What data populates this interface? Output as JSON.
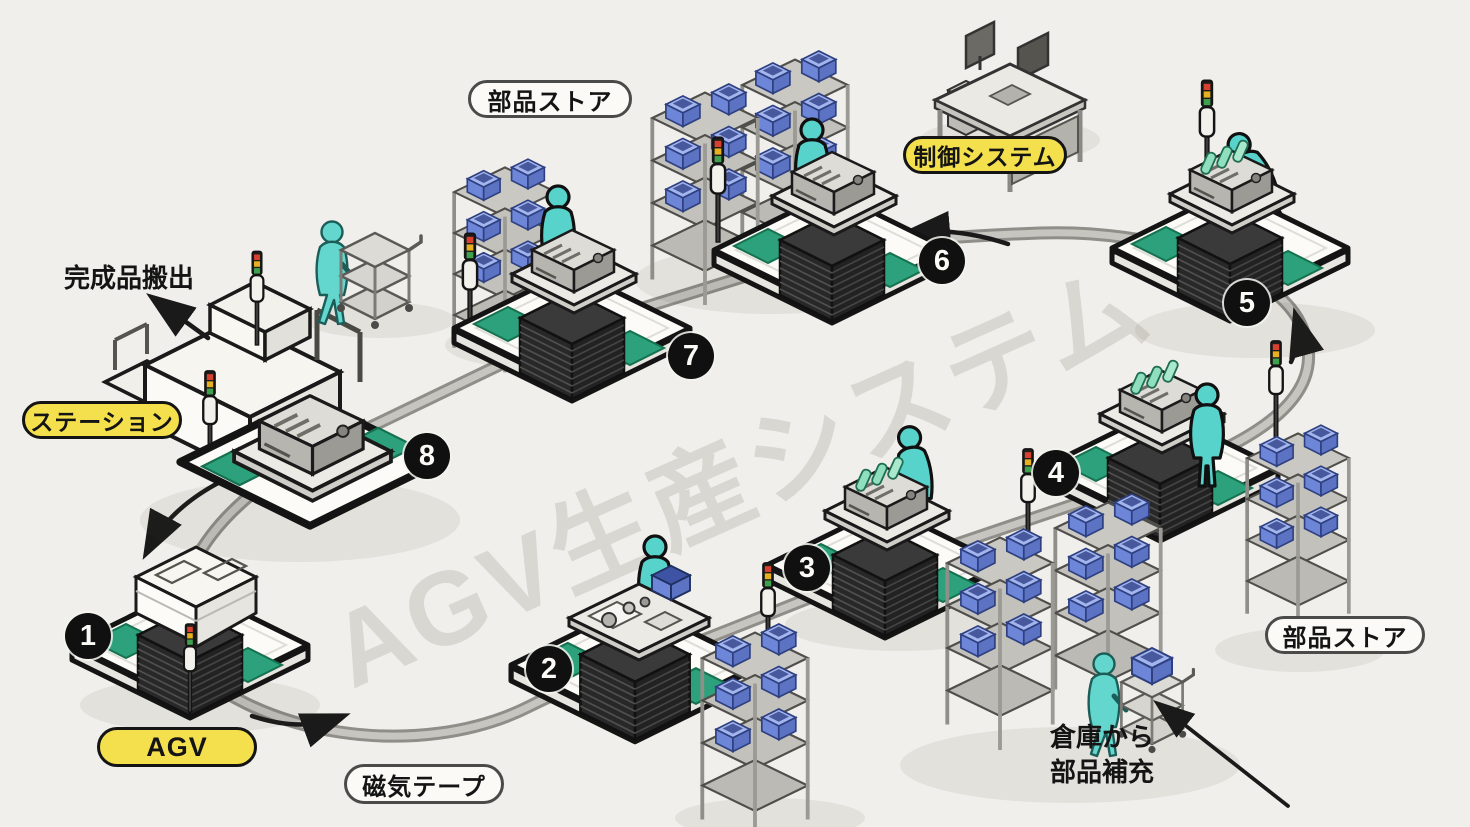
{
  "watermark": "AGV生産システム",
  "labels": {
    "parts_store_top": "部品ストア",
    "parts_store_right": "部品ストア",
    "control_system": "制御システム",
    "finished_goods_out": "完成品搬出",
    "station": "ステーション",
    "agv": "AGV",
    "magnetic_tape": "磁気テープ",
    "warehouse_restock": [
      "倉庫から",
      "部品補充"
    ]
  },
  "stations": [
    {
      "number": "1"
    },
    {
      "number": "2"
    },
    {
      "number": "3"
    },
    {
      "number": "4"
    },
    {
      "number": "5"
    },
    {
      "number": "6"
    },
    {
      "number": "7"
    },
    {
      "number": "8"
    }
  ],
  "colors": {
    "background": "#f0efeb",
    "watermark_gray": "#d9d7d1",
    "highlight_yellow": "#f4df4d",
    "worker_teal": "#58d3cb",
    "pad_green": "#2da17c",
    "bin_blue": "#6e86d8",
    "tape_gray": "#8f8e89",
    "outline_black": "#141414"
  }
}
